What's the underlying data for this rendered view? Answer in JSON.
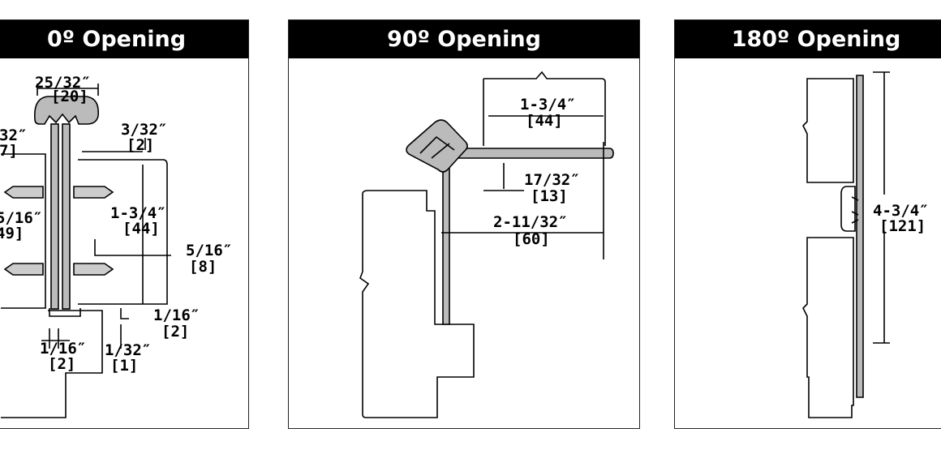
{
  "panels": [
    {
      "title": "0º Opening",
      "dimensions": {
        "top_width": "25/32″",
        "top_width_mm": "[20]",
        "left_partial": "32″",
        "left_partial_mm": "7]",
        "gap_right": "3/32″",
        "gap_right_mm": "[2]",
        "leaf_height": "1-3/4″",
        "leaf_height_mm": "[44]",
        "left_depth": "5/16″",
        "left_depth_mm": "49]",
        "offset": "5/16″",
        "offset_mm": "[8]",
        "clearance_right": "1/16″",
        "clearance_right_mm": "[2]",
        "clearance_bottom": "1/16″",
        "clearance_bottom_mm": "[2]",
        "gap_bottom": "1/32″",
        "gap_bottom_mm": "[1]"
      }
    },
    {
      "title": "90º Opening",
      "dimensions": {
        "leaf_thickness": "1-3/4″",
        "leaf_thickness_mm": "[44]",
        "offset": "17/32″",
        "offset_mm": "[13]",
        "projection": "2-11/32″",
        "projection_mm": "[60]"
      }
    },
    {
      "title": "180º Opening",
      "dimensions": {
        "height": "4-3/4″",
        "height_mm": "[121]"
      }
    }
  ]
}
